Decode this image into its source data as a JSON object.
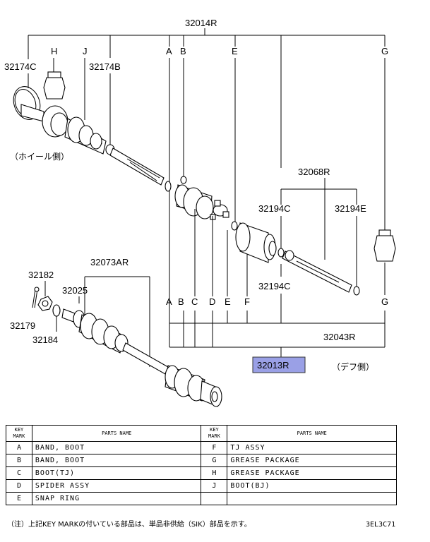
{
  "labels": {
    "top_assy": "32014R",
    "l32174C": "32174C",
    "l32174B": "32174B",
    "wheel_side": "（ホイール側）",
    "l32068R": "32068R",
    "l32194C_a": "32194C",
    "l32194E": "32194E",
    "l32194C_b": "32194C",
    "l32073AR": "32073AR",
    "l32182": "32182",
    "l32025": "32025",
    "l32179": "32179",
    "l32184": "32184",
    "l32043R": "32043R",
    "l32013R": "32013R",
    "diff_side": "（デフ側）"
  },
  "key_letters_top": [
    "H",
    "J",
    "A",
    "B",
    "E",
    "G"
  ],
  "key_letters_bottom": [
    "A",
    "B",
    "C",
    "D",
    "E",
    "F",
    "G"
  ],
  "table": {
    "header_key": "KEY MARK",
    "header_name": "PARTS NAME",
    "left": [
      {
        "k": "A",
        "n": "BAND, BOOT"
      },
      {
        "k": "B",
        "n": "BAND, BOOT"
      },
      {
        "k": "C",
        "n": "BOOT(TJ)"
      },
      {
        "k": "D",
        "n": "SPIDER ASSY"
      },
      {
        "k": "E",
        "n": "SNAP RING"
      }
    ],
    "right": [
      {
        "k": "F",
        "n": "TJ ASSY"
      },
      {
        "k": "G",
        "n": "GREASE PACKAGE"
      },
      {
        "k": "H",
        "n": "GREASE PACKAGE"
      },
      {
        "k": "J",
        "n": "BOOT(BJ)"
      },
      {
        "k": "",
        "n": ""
      }
    ]
  },
  "note": "（注）上記KEY MARKの付いている部品は、単品非供給（SIK）部品を示す。",
  "diagram_code": "3EL3C71",
  "colors": {
    "highlight": "#9aa0e6"
  }
}
